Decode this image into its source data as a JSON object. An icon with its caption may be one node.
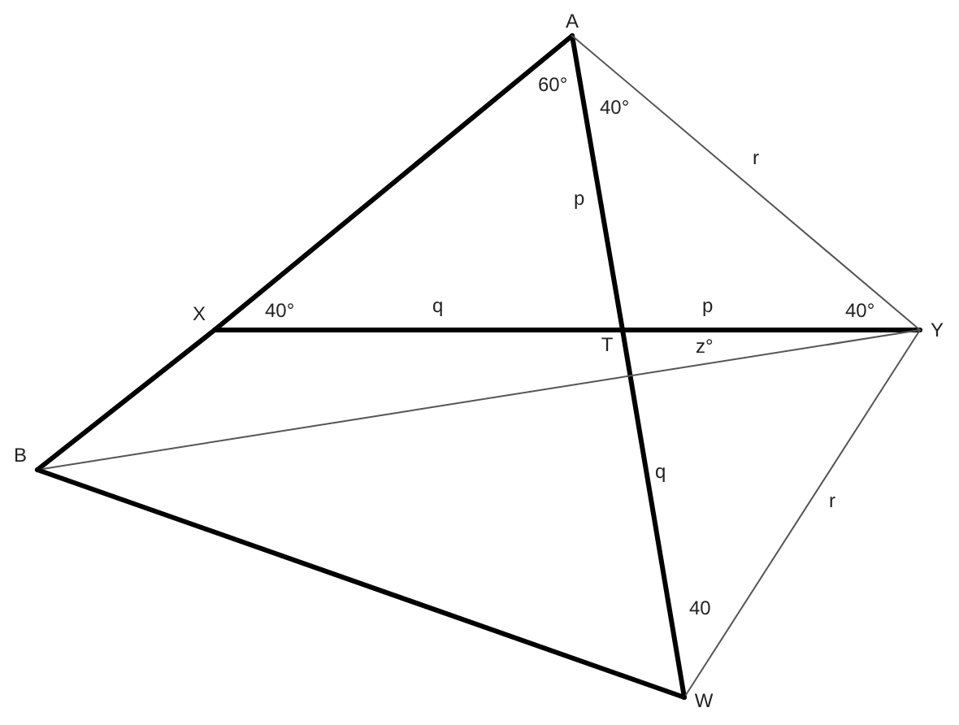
{
  "diagram": {
    "nodes": [
      {
        "text": [
          "A"
        ]
      },
      {
        "text": [
          "X"
        ]
      },
      {
        "text": [
          "T"
        ]
      },
      {
        "text": [
          "Y"
        ]
      },
      {
        "text": [
          "B"
        ]
      },
      {
        "text": [
          "W"
        ]
      }
    ],
    "edges": [
      {
        "from": 0,
        "to": 1,
        "arrow": "none"
      },
      {
        "from": 1,
        "to": 4,
        "arrow": "none"
      },
      {
        "from": 1,
        "to": 2,
        "arrow": "none",
        "label": "q"
      },
      {
        "from": 2,
        "to": 3,
        "arrow": "none",
        "label": "p"
      },
      {
        "from": 0,
        "to": 2,
        "arrow": "none",
        "label": "p"
      },
      {
        "from": 2,
        "to": 5,
        "arrow": "none",
        "label": "q"
      },
      {
        "from": 0,
        "to": 3,
        "arrow": "none",
        "label": "r",
        "color": "#555555"
      },
      {
        "from": 4,
        "to": 3,
        "arrow": "none",
        "color": "#555555"
      },
      {
        "from": 3,
        "to": 5,
        "arrow": "none",
        "label": "r",
        "color": "#555555"
      },
      {
        "from": 4,
        "to": 5,
        "arrow": "none"
      }
    ],
    "labels": [
      "60°",
      "40°",
      "40°",
      "40°",
      "z°",
      "40"
    ]
  }
}
